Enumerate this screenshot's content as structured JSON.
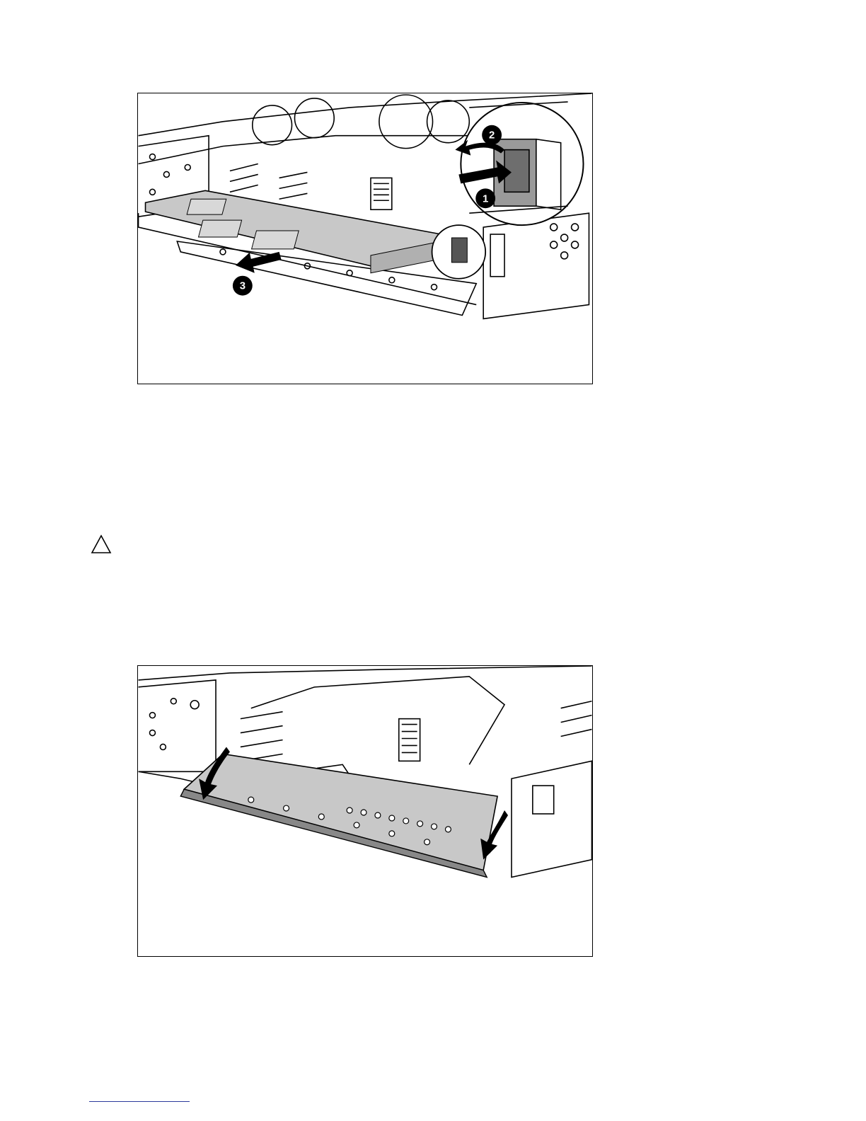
{
  "figures": [
    {
      "name": "remove-expansion-board",
      "callouts": [
        "1",
        "2",
        "3"
      ],
      "icons": [
        "push-arrow-icon",
        "rotate-arrow-icon",
        "pull-arrow-icon"
      ]
    },
    {
      "name": "lower-riser-cover",
      "icons": [
        "down-arrow-left-icon",
        "down-arrow-right-icon"
      ]
    }
  ],
  "caution": {
    "icon": "caution-triangle-icon"
  },
  "colors": {
    "line": "#000000",
    "board_fill": "#c8c8c8",
    "rule": "#2b3a9b"
  }
}
